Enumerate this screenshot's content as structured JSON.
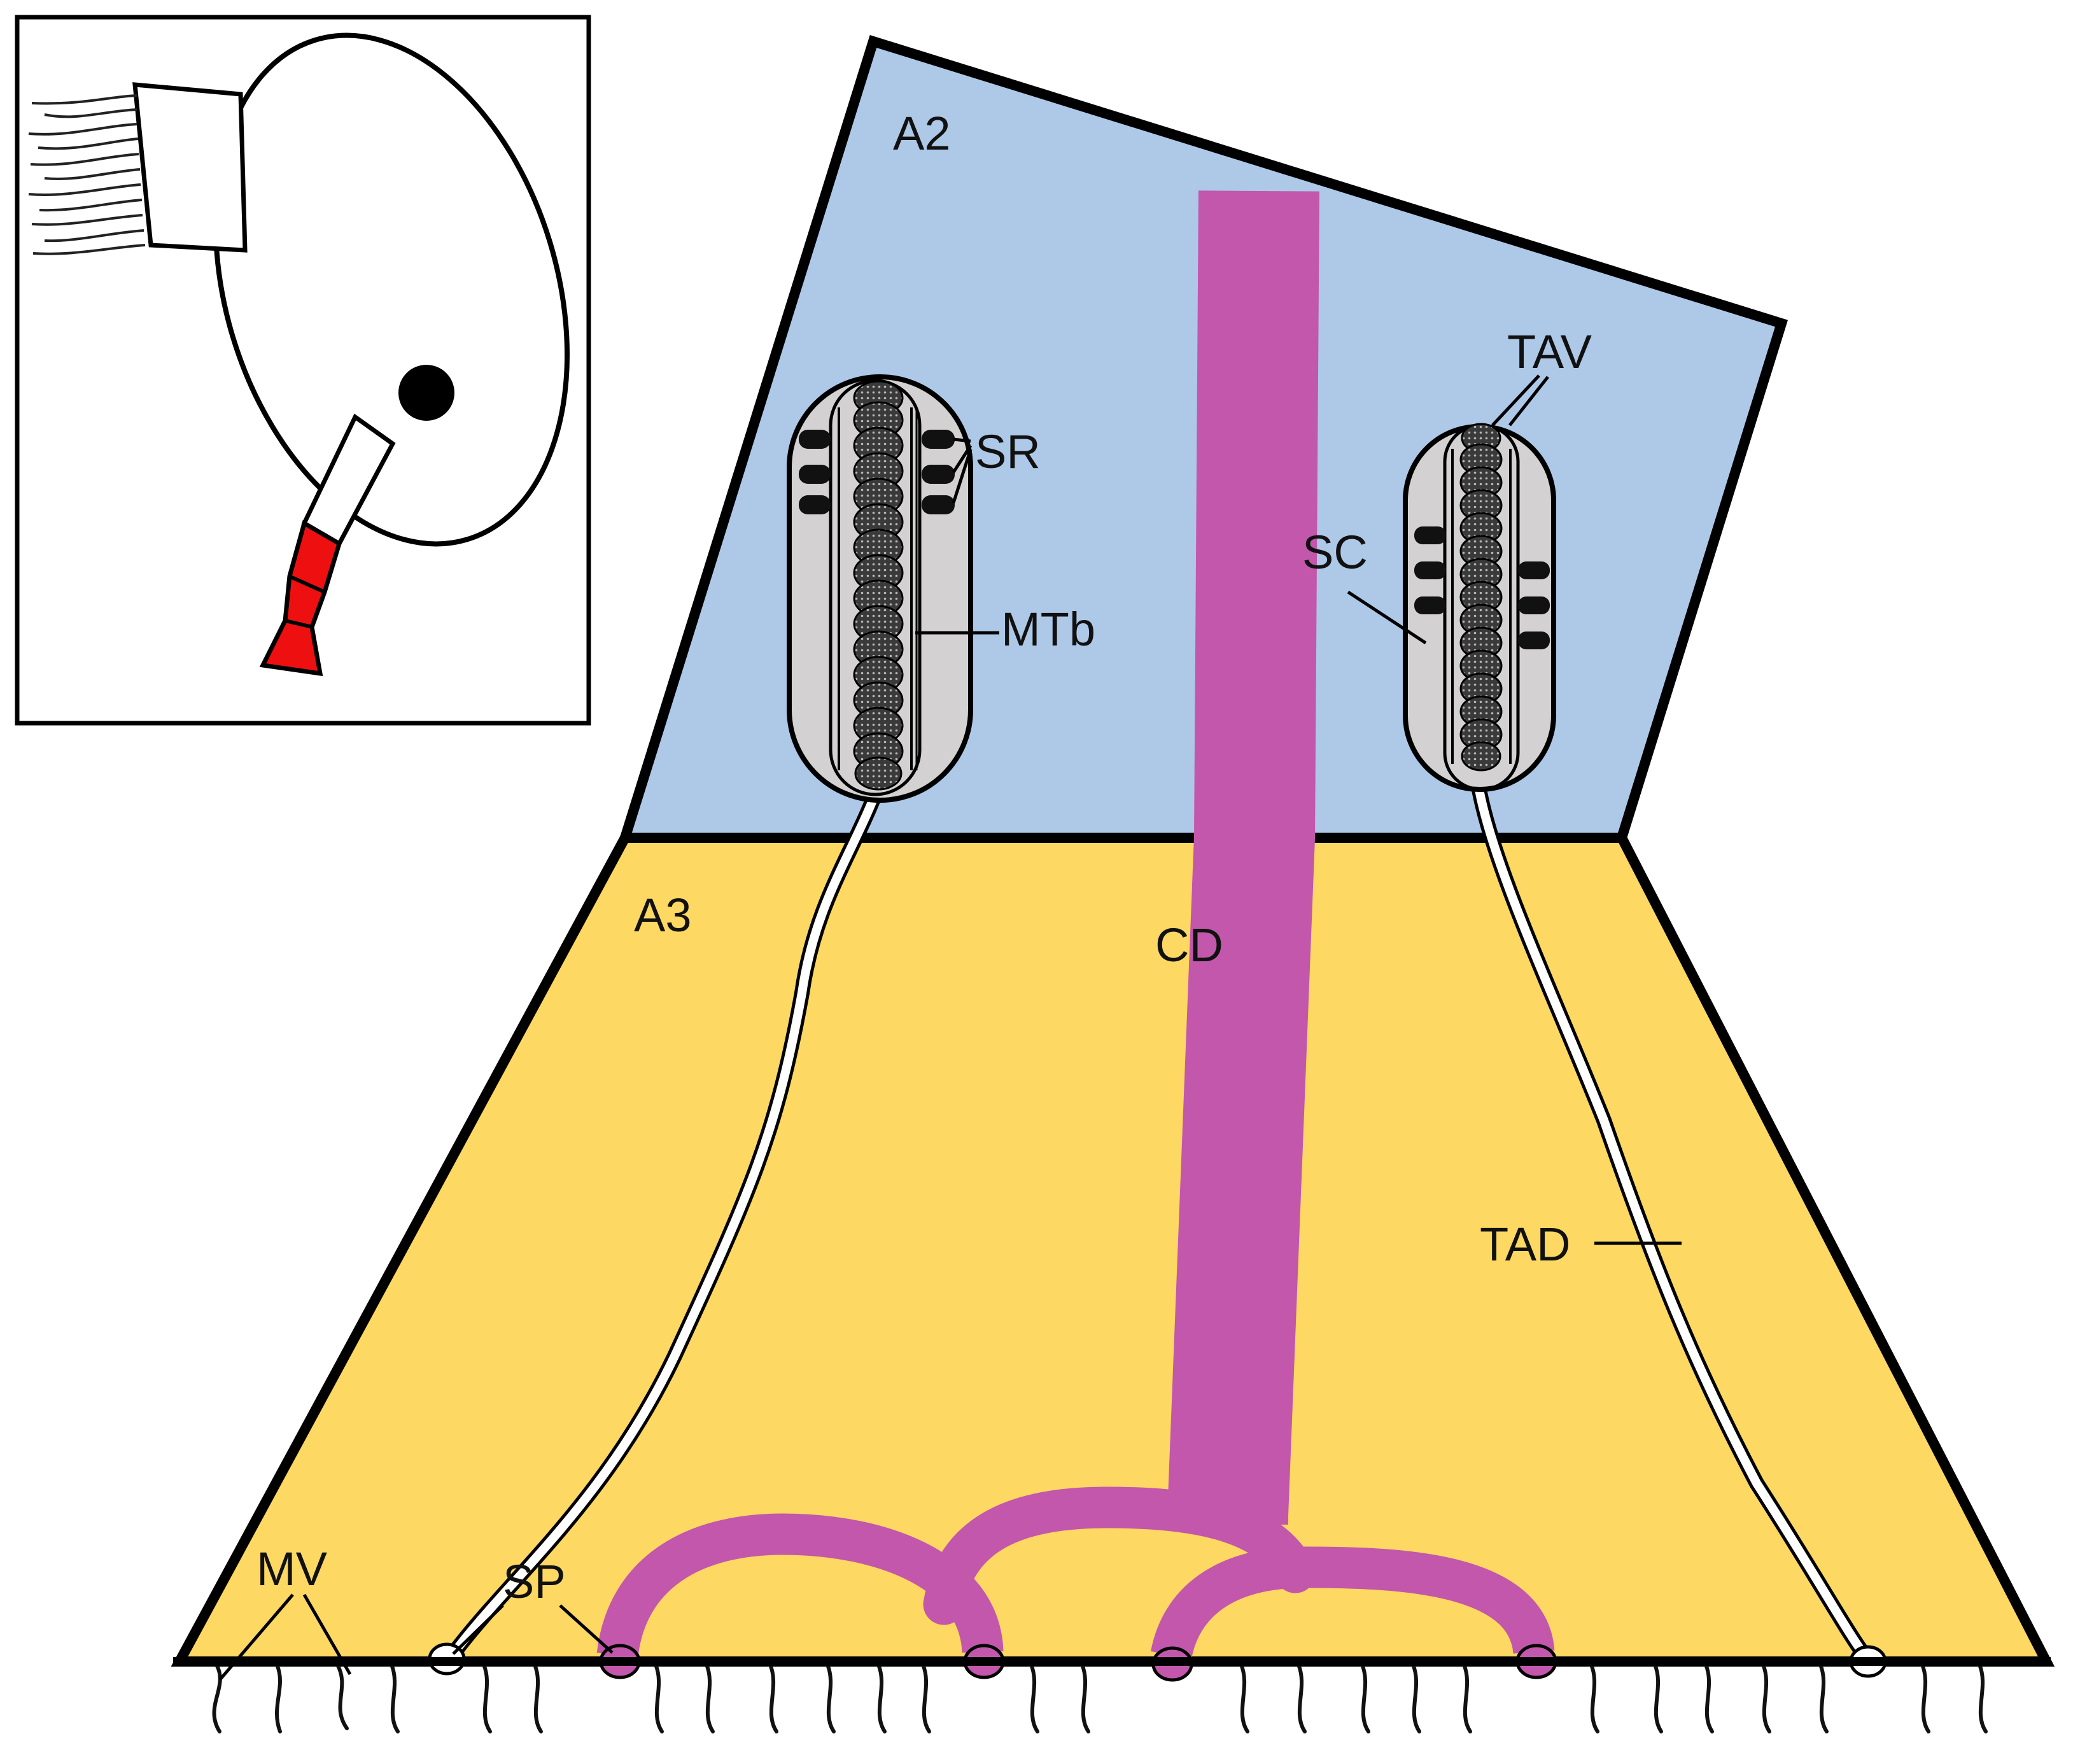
{
  "labels": {
    "a2": "A2",
    "a3": "A3",
    "sr": "SR",
    "mtb": "MTb",
    "tav": "TAV",
    "sc": "SC",
    "cd": "CD",
    "tad": "TAD",
    "mv": "MV",
    "sp": "SP"
  },
  "colors": {
    "a2_region": "#aec8e8",
    "a3_region": "#fdd862",
    "cd_duct": "#c257ac",
    "sensory_cell": "#d4d1d3",
    "inset_highlight": "#ee1010",
    "outline": "#000000"
  }
}
